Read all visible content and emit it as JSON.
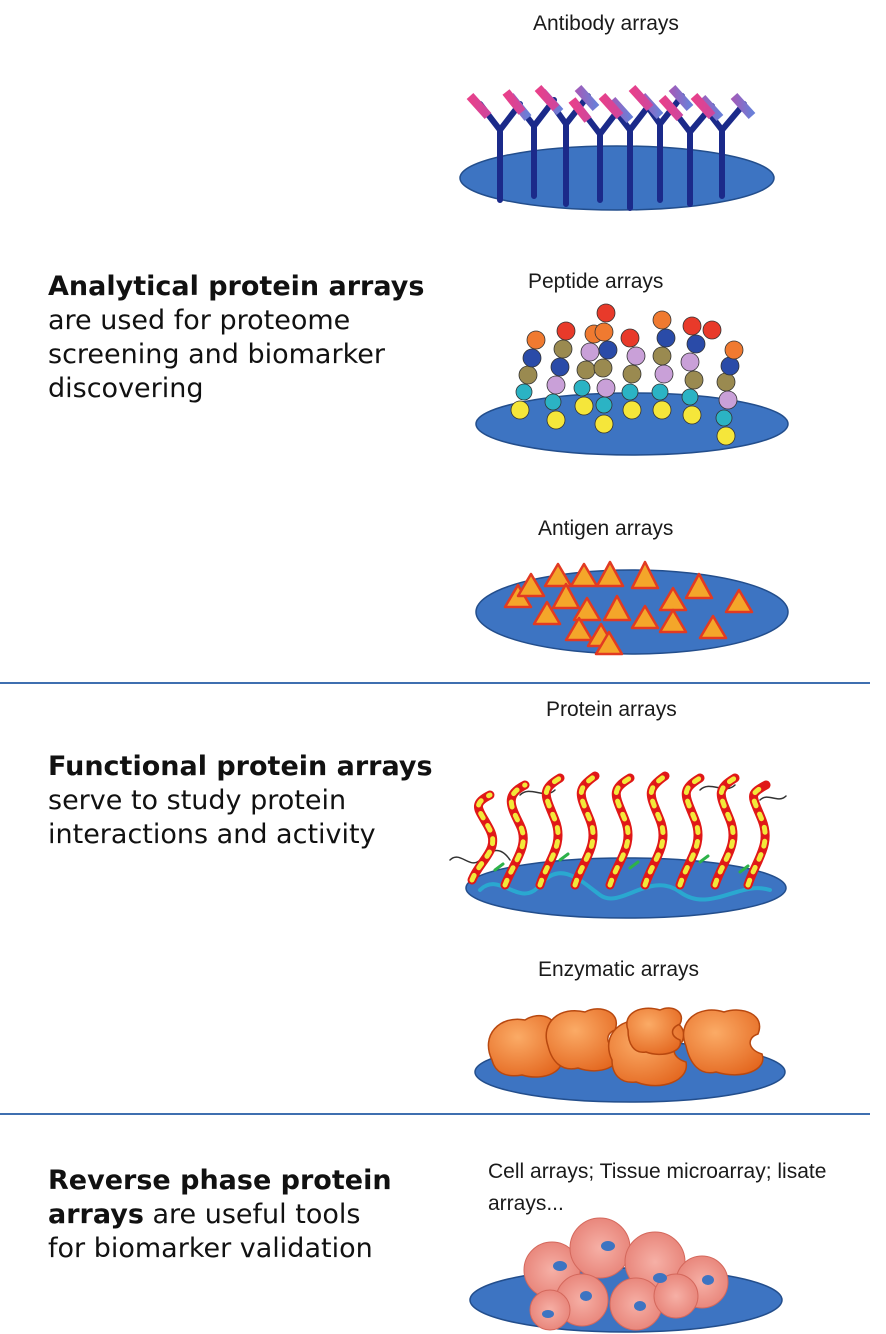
{
  "sections": [
    {
      "description": {
        "bold": "Analytical protein arrays",
        "rest": " are used for proteome screening and biomarker discovering"
      },
      "arrays": [
        {
          "label": "Antibody arrays",
          "icon": "antibody-array-icon"
        },
        {
          "label": "Peptide arrays",
          "icon": "peptide-array-icon"
        },
        {
          "label": "Antigen  arrays",
          "icon": "antigen-array-icon"
        }
      ]
    },
    {
      "description": {
        "bold": "Functional protein arrays",
        "rest": " serve to study protein interactions and activity"
      },
      "arrays": [
        {
          "label": "Protein arrays",
          "icon": "protein-array-icon"
        },
        {
          "label": "Enzymatic arrays",
          "icon": "enzymatic-array-icon"
        }
      ]
    },
    {
      "description": {
        "bold": "Reverse phase protein arrays",
        "rest": " are useful tools for biomarker validation"
      },
      "arrays": [
        {
          "label": "Cell arrays; Tissue microarray; lisate arrays...",
          "icon": "cell-array-icon"
        }
      ]
    }
  ],
  "colors": {
    "slide": "#3d74c2",
    "divider": "#3f6fb0",
    "antigen": "#f4a62a",
    "enzyme": "#f07a2a",
    "cell": "#f0958a"
  }
}
